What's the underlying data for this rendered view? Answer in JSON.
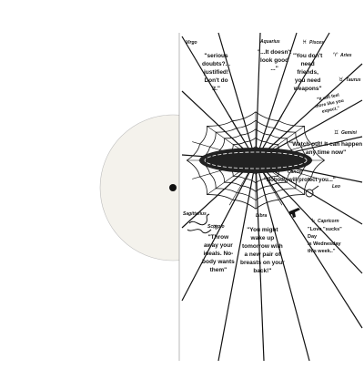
{
  "signs": {
    "virgo": "Virgo",
    "aquarius": "Aquarius",
    "pisces": "Pisces",
    "aries": "Aries",
    "taurus": "Taurus",
    "gemini": "Gemini",
    "cancer": "Cancer",
    "leo": "Leo",
    "scorpio": "Scorpio",
    "sagittarius": "Sagittarius",
    "libra": "Libra",
    "capricorn": "Capricorn"
  },
  "quotes": {
    "q1": [
      "\"serious",
      "doubts?...",
      "justified!",
      "Don't do",
      "it.\""
    ],
    "q2": [
      "\"...It doesn't",
      "look good",
      "...\""
    ],
    "q3": [
      "\"You don't",
      "need",
      "friends,",
      "you need",
      "weapons\""
    ],
    "q4": [
      "\"It will feel",
      "more like you",
      "expect.\""
    ],
    "q5": [
      "\"Watch out! It can happen",
      "any time now\""
    ],
    "q6": [
      "\"Nobody will protect you...\""
    ],
    "q7": [
      "\"Throw",
      "away your",
      "ideals. No-",
      "body wants",
      "them\""
    ],
    "q8": [
      "\"You might",
      "wake up",
      "tomorrow with",
      "a new pair of",
      "breasts on your",
      "back!\""
    ],
    "q9": [
      "\"Love \"sucks\"",
      "Day",
      "is Wednesday",
      "this week..\""
    ]
  },
  "glyphs": {
    "pisces": "♓",
    "aries": "♈",
    "taurus": "♉",
    "gemini": "♊",
    "virgo": "♍",
    "capricorn": "♑"
  },
  "colors": {
    "ink": "#111111",
    "paper": "#ffffff",
    "label": "#f4f2ec"
  }
}
